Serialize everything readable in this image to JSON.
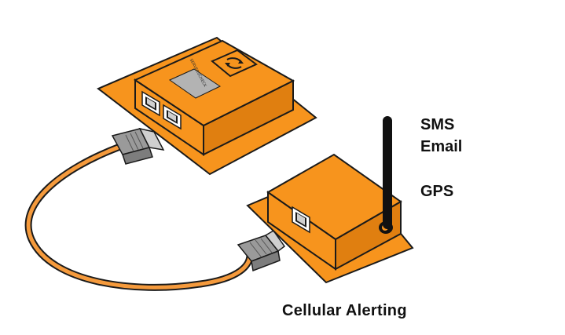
{
  "labels": {
    "sms": "SMS",
    "email": "Email",
    "gps": "GPS",
    "caption": "Cellular Alerting"
  },
  "brand_mark": "SERVERSCHECK",
  "icons": [
    "refresh-arrows-icon"
  ],
  "colors": {
    "device_orange": "#f7941d",
    "device_outline": "#1a1a1a",
    "cable_orange": "#f59a3c",
    "connector_grey": "#9a9a9a",
    "label_panel_grey": "#b3b3b3",
    "antenna_black": "#111111"
  }
}
